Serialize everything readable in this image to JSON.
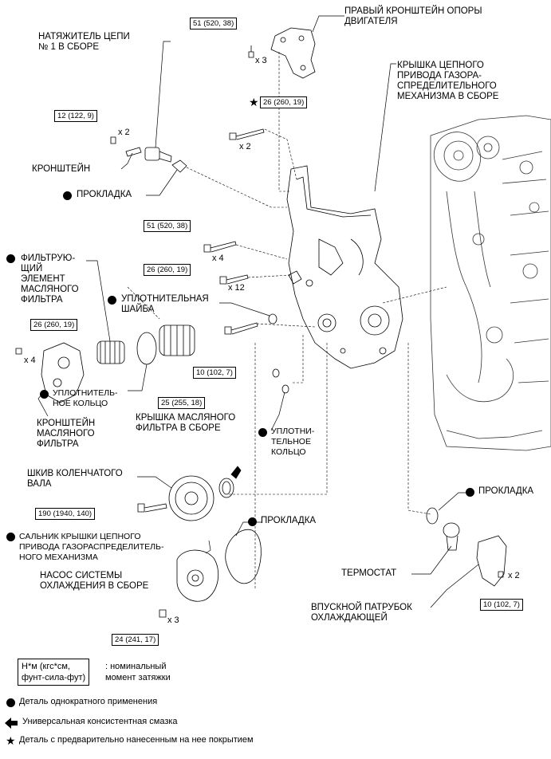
{
  "labels": {
    "engine_mount_bracket": "ПРАВЫЙ КРОНШТЕЙН ОПОРЫ\nДВИГАТЕЛЯ",
    "chain_tensioner": "НАТЯЖИТЕЛЬ ЦЕПИ\n№ 1 В СБОРЕ",
    "timing_cover": "КРЫШКА ЦЕПНОГО\nПРИВОДА ГАЗОРА-\nСПРЕДЕЛИТЕЛЬНОГО\nМЕХАНИЗМА В СБОРЕ",
    "bracket": "КРОНШТЕЙН",
    "gasket_tensioner": "ПРОКЛАДКА",
    "oil_filter_element": "ФИЛЬТРУЮ-\nЩИЙ\nЭЛЕМЕНТ\nМАСЛЯНОГО\nФИЛЬТРА",
    "seal_washer": "УПЛОТНИТЕЛЬНАЯ\nШАЙБА",
    "o_ring_filter": "УПЛОТНИТЕЛЬ-\nНОЕ КОЛЬЦО",
    "oil_filter_bracket": "КРОНШТЕЙН\nМАСЛЯНОГО\nФИЛЬТРА",
    "oil_filter_cap": "КРЫШКА МАСЛЯНОГО\nФИЛЬТРА В СБОРЕ",
    "o_ring_cover": "УПЛОТНИ-\nТЕЛЬНОЕ\nКОЛЬЦО",
    "crank_pulley": "ШКИВ КОЛЕНЧАТОГО\nВАЛА",
    "oil_seal": "САЛЬНИК КРЫШКИ ЦЕПНОГО\nПРИВОДА ГАЗОРАСПРЕДЕЛИТЕЛЬ-\nНОГО МЕХАНИЗМА",
    "gasket_pump": "ПРОКЛАДКА",
    "water_pump": "НАСОС СИСТЕМЫ\nОХЛАЖДЕНИЯ В СБОРЕ",
    "gasket_thermostat": "ПРОКЛАДКА",
    "thermostat": "ТЕРМОСТАТ",
    "water_inlet": "ВПУСКНОЙ ПАТРУБОК\nОХЛАЖДАЮЩЕЙ"
  },
  "torques": {
    "t_mount": "51 (520, 38)",
    "t_tensioner": "12 (122, 9)",
    "t_cover_star": "26 (260, 19)",
    "t_cover_51": "51 (520, 38)",
    "t_cover_26": "26 (260, 19)",
    "t_filter_bracket": "26 (260, 19)",
    "t_bolt_10": "10 (102, 7)",
    "t_filter_cap": "25 (255, 18)",
    "t_pulley": "190 (1940, 140)",
    "t_pump": "24 (241, 17)",
    "t_inlet": "10 (102, 7)"
  },
  "quantities": {
    "q_mount": "x 3",
    "q_tensioner": "x 2",
    "q_cover_star": "x 2",
    "q_cover_51": "x 4",
    "q_cover_26": "x 12",
    "q_filter_bracket": "x 4",
    "q_pump": "x 3",
    "q_inlet": "x 2"
  },
  "legend": {
    "torque_units": "Н*м (кгс*см,\nфунт-сила-фут)",
    "torque_desc": ": номинальный\nмомент затяжки",
    "single_use": "Деталь однократного применения",
    "grease": "Универсальная консистентная смазка",
    "precoated": "Деталь с предварительно нанесенным на нее покрытием"
  }
}
